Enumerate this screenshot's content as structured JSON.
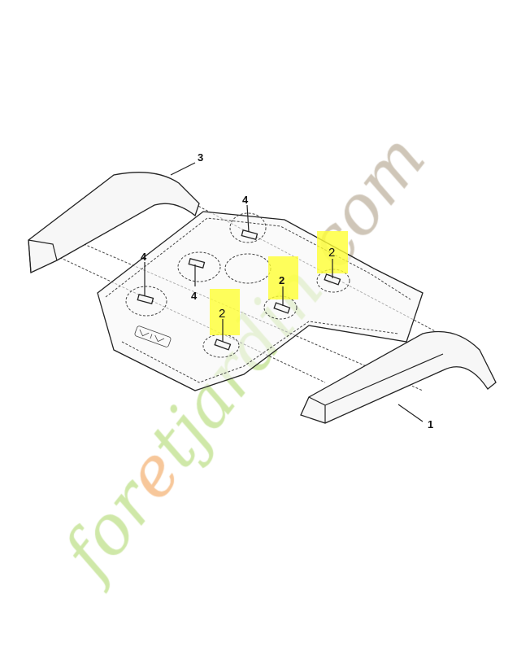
{
  "callouts": {
    "fender_right": "1",
    "fender_left": "3",
    "screw_a": "2",
    "screw_b": "2",
    "screw_c": "2",
    "bolt_a": "4",
    "bolt_b": "4",
    "bolt_c": "4"
  },
  "highlight_color": "#ffff33",
  "watermark": {
    "text_green": "foretjardin",
    "text_gray": ".com",
    "colors": {
      "green": "#cfe8a8",
      "orange": "#f7c79a",
      "gray": "#cfc6b8"
    }
  }
}
